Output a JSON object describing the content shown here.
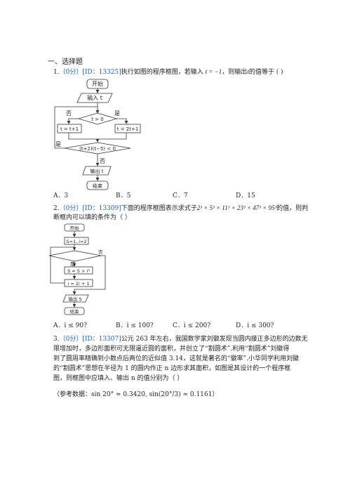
{
  "section_title": "一、选择题",
  "q1": {
    "num": "1.",
    "score_id": "（0分）[ID：13325]",
    "text_a": "执行如图的程序框图，若输入",
    "math_in": "t = −1",
    "text_b": "，则输出",
    "var_t": "t",
    "text_c": "的值等于 (      )",
    "flow": {
      "start": "开始",
      "input": "输入 t",
      "cond": "t > 0",
      "no": "否",
      "yes": "是",
      "left_op": "t = t+1",
      "right_op": "t = 2t+1",
      "loop_cond": "(t+2)(t−5) < 0",
      "loop_yes": "是",
      "loop_no": "否",
      "output": "输出 t",
      "end": "结束"
    },
    "options": [
      "A．3",
      "B．5",
      "C．7",
      "D．15"
    ]
  },
  "q2": {
    "num": "2.",
    "score_id": "（0分）[ID：13309]",
    "text_a": "下面的程序框图表示求式子",
    "expr": "2³ × 5³ × 11³ × 23³ × 47³ × 95³",
    "text_b": "的值，则判",
    "line2": "断框内可以填的条件为（  ）",
    "flow": {
      "start": "开始",
      "init": "S=1, i=2",
      "no": "否",
      "yes": "是",
      "body": "S = S × i³",
      "update": "i = 2i + 1",
      "output": "输出 S",
      "end": "结束"
    },
    "options": [
      "A．i ≤ 90?",
      "B．i ≤ 100?",
      "C．i ≤ 200?",
      "D．i ≤ 300?"
    ]
  },
  "q3": {
    "num": "3.",
    "score_id": "（0分）[ID：13307]",
    "line1": "公元 263 年左右，我国数学家刘徽发现当圆内接正多边形的边数无",
    "line2": "限增加时，多边形面积可无限逼近圆的面积，并创立了“割圆术”.利用“割圆术”刘徽得",
    "line3": "到了圆周率精确到小数点后两位的近似值 3.14，这就是著名的“徽率”.小华同学利用刘徽",
    "line4": "的“割圆术”思想在半径为 1 的圆内作正 n 边形求其面积，如图是其设计的一个程序框",
    "line5": "图，则框图中应填入、输出 n 的值分别为（    ）",
    "ref": "（参考数据：sin 20° ≈ 0.3420, sin(20°/3) ≈ 0.1161）"
  }
}
